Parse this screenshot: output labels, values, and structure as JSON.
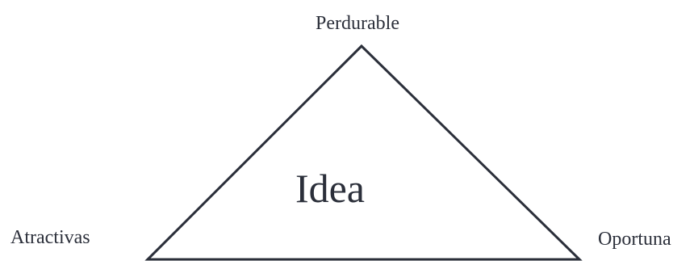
{
  "diagram": {
    "type": "triangle",
    "center_label": "Idea",
    "vertices": {
      "top": "Perdurable",
      "bottom_left": "Atractivas",
      "bottom_right": "Oportuna"
    },
    "colors": {
      "line": "#2b2f3a",
      "text": "#2b2f3a",
      "background": "#ffffff"
    }
  }
}
